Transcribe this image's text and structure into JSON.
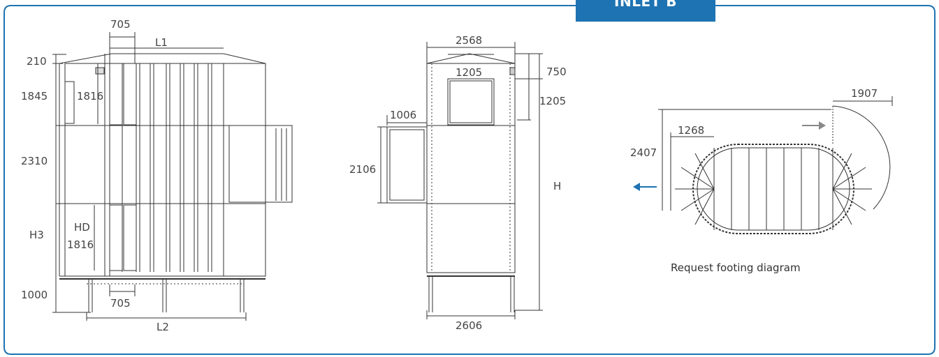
{
  "header": {
    "tab_label": "INLET B"
  },
  "front_view": {
    "top_width": "705",
    "overall_length": "L1",
    "roof_height": "210",
    "upper_height": "1845",
    "upper_door": "1816",
    "middle_height": "2310",
    "lower_height": "H3",
    "door_label": "HD",
    "lower_door": "1816",
    "leg_height": "1000",
    "bottom_width": "705",
    "base_length": "L2"
  },
  "side_view": {
    "top_width": "2568",
    "inner_width": "1205",
    "roof_height": "750",
    "panel_height": "1205",
    "inlet_width": "1006",
    "inlet_height": "2106",
    "total_height": "H",
    "base_width": "2606"
  },
  "plan_view": {
    "radius": "1907",
    "inner_length": "1268",
    "width": "2407",
    "note": "Request footing diagram"
  },
  "colors": {
    "frame": "#1e73b2",
    "tab": "#1e73b2",
    "arrow_out": "#1e73b2",
    "arrow_in": "#888888"
  }
}
